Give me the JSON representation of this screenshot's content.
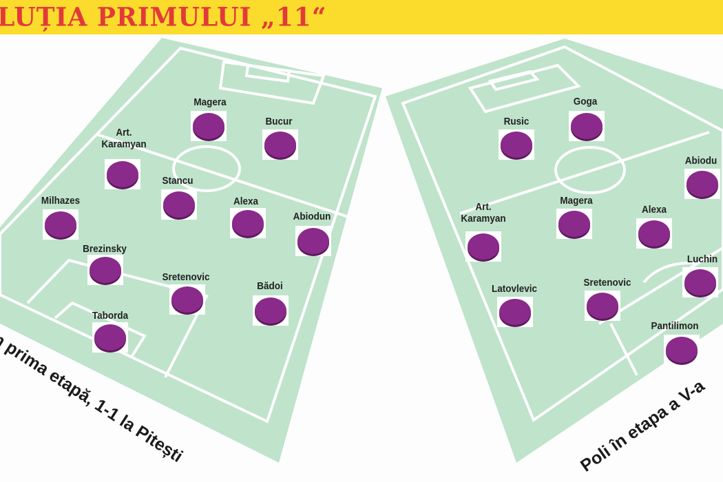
{
  "title": "LUȚIA PRIMULUI „11“",
  "colors": {
    "banner": "#fbdc2c",
    "title": "#e23a3a",
    "pitch": "#bfe3cb",
    "player": "#8a2a8a"
  },
  "left_pitch": {
    "caption": "n prima etapă, 1-1 la Pitești",
    "players": [
      {
        "name": "Magera"
      },
      {
        "name": "Bucur"
      },
      {
        "name": "Art.\nKaramyan"
      },
      {
        "name": "Stancu"
      },
      {
        "name": "Milhazes"
      },
      {
        "name": "Alexa"
      },
      {
        "name": "Abiodun"
      },
      {
        "name": "Brezinsky"
      },
      {
        "name": "Sretenovic"
      },
      {
        "name": "Bădoi"
      },
      {
        "name": "Taborda"
      }
    ]
  },
  "right_pitch": {
    "caption": "Poli în etapa a V-a",
    "players": [
      {
        "name": "Rusic"
      },
      {
        "name": "Goga"
      },
      {
        "name": "Abiodu"
      },
      {
        "name": "Art.\nKaramyan"
      },
      {
        "name": "Magera"
      },
      {
        "name": "Alexa"
      },
      {
        "name": "Luchin"
      },
      {
        "name": "Latovlevic"
      },
      {
        "name": "Sretenovic"
      },
      {
        "name": "Pantilimon"
      }
    ]
  }
}
